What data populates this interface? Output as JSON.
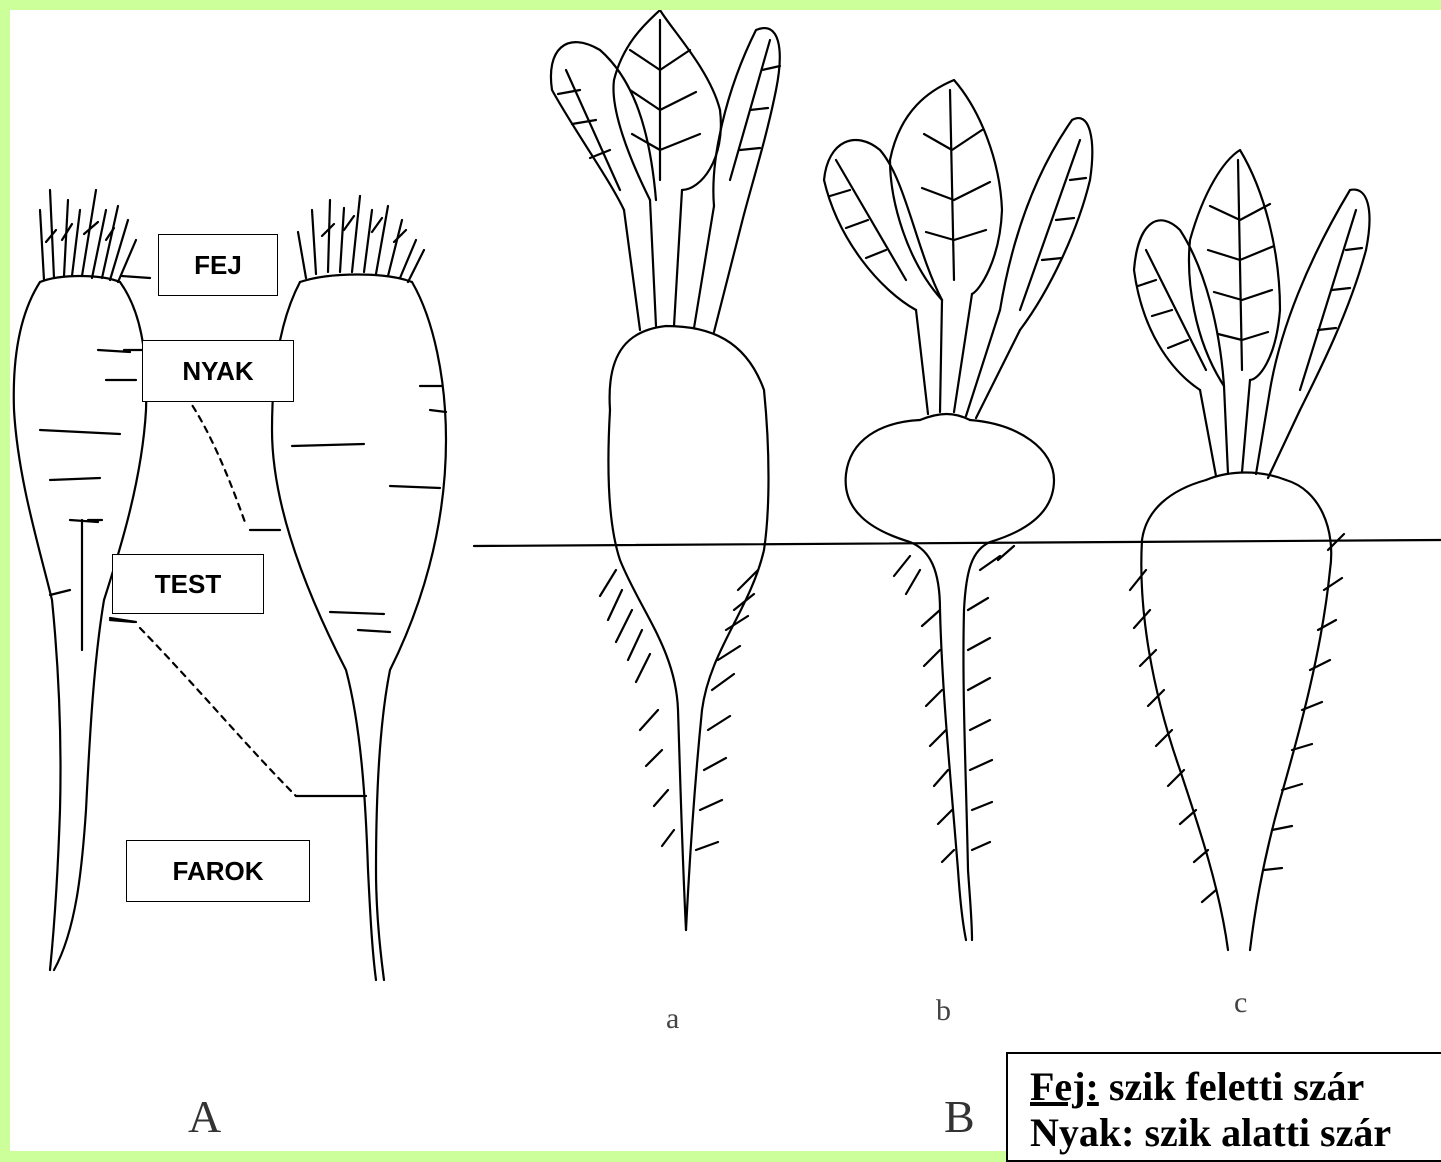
{
  "labels": {
    "fej": "FEJ",
    "nyak": "NYAK",
    "test": "TEST",
    "farok": "FAROK"
  },
  "figure_letters": {
    "a": "A",
    "b": "B"
  },
  "sub_letters": {
    "a": "a",
    "b": "b",
    "c": "c"
  },
  "info": {
    "term": "Fej:",
    "text": " szik feletti szár",
    "line2": "Nyak: szik alatti szár"
  },
  "colors": {
    "border": "#ccff99",
    "line": "#000000"
  }
}
